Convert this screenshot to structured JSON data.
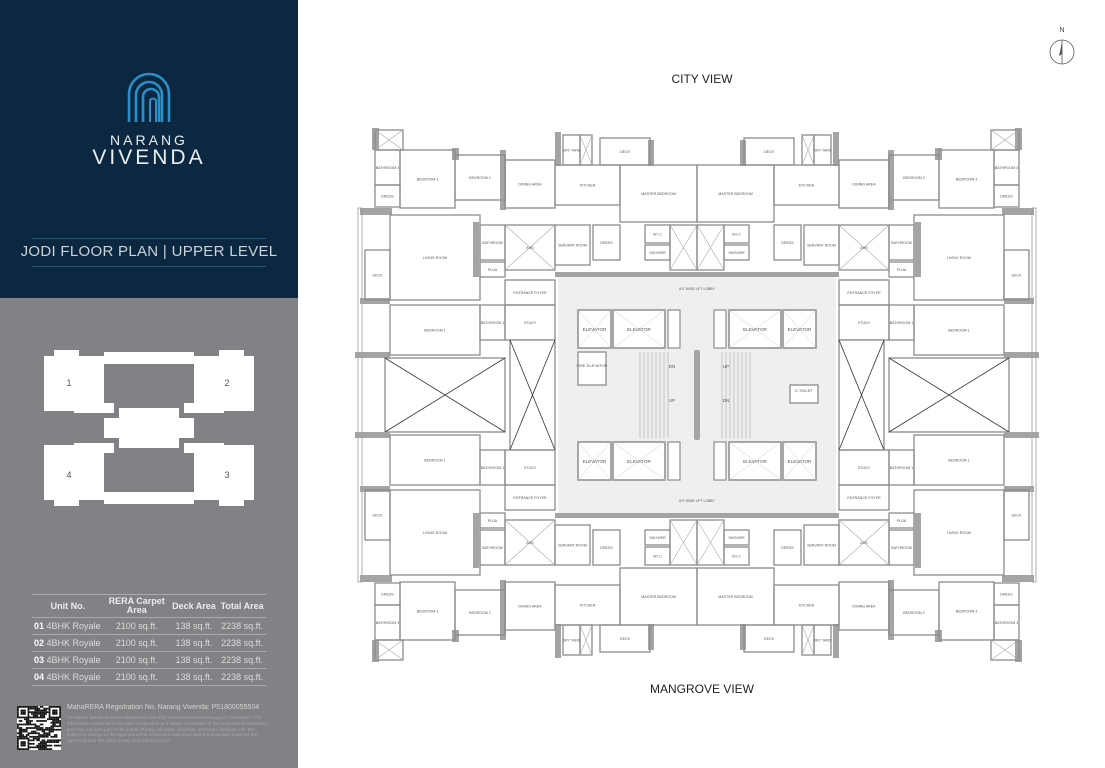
{
  "brand": {
    "line1": "NARANG",
    "line2": "VIVENDA",
    "logo_color": "#2a8fc8"
  },
  "plan_title": "JODI FLOOR PLAN  |  UPPER LEVEL",
  "key_plan": {
    "units": [
      "1",
      "2",
      "3",
      "4"
    ]
  },
  "table": {
    "headers": [
      "Unit No.",
      "RERA Carpet Area",
      "Deck Area",
      "Total Area"
    ],
    "rows": [
      {
        "no": "01",
        "type": "4BHK Royale",
        "carpet": "2100 sq.ft.",
        "deck": "138 sq.ft.",
        "total": "2238 sq.ft."
      },
      {
        "no": "02",
        "type": "4BHK Royale",
        "carpet": "2100 sq.ft.",
        "deck": "138 sq.ft.",
        "total": "2238 sq.ft."
      },
      {
        "no": "03",
        "type": "4BHK Royale",
        "carpet": "2100 sq.ft.",
        "deck": "138 sq.ft.",
        "total": "2238 sq.ft."
      },
      {
        "no": "04",
        "type": "4BHK Royale",
        "carpet": "2100 sq.ft.",
        "deck": "138 sq.ft.",
        "total": "2238 sq.ft."
      }
    ]
  },
  "rera": "MahaRERA Registration No. Narang Vivenda: P51800055504",
  "disclaimer": "For further details on RERA registration visit http://maharera.mahaonline.gov.in. Disclaimer: The information contained in this plan is indicative and artistic conception of the proposed development and may not form part of the actual offering. All plans, drawings, amenities, facilities, etc. are subject to change to the approval of the concerned authorities and the developer reserves the right to amend the same at any time without notice.",
  "compass": "N",
  "views": {
    "top": "CITY VIEW",
    "bottom": "MANGROVE VIEW"
  },
  "unit_rooms": {
    "bathroom3": "BATHROOM 3",
    "dress3": "DRESS",
    "bedroom3": "BEDROOM 3",
    "bedroom2": "BEDROOM 2",
    "dining": "DINING AREA",
    "dry_yard": "DRY YARD",
    "deck": "DECK",
    "kitchen": "KITCHEN",
    "master": "MASTER BEDROOM",
    "living": "LIVING ROOM",
    "side_deck": "DECK",
    "bathroom": "BATHROOM",
    "puja": "PUJA",
    "ahs": "AHS",
    "servant": "SERVANT ROOM",
    "dress": "DRESS",
    "wic": "W.I.C",
    "shower": "SHOWER",
    "foyer": "ENTRANCE FOYER",
    "bedroom1": "BEDROOM 1",
    "bathroom1": "BATHROOM 1",
    "study": "STUDY"
  },
  "core": {
    "elevator": "ELEVATOR",
    "fire_elevator": "FIRE ELEVATOR",
    "up": "UP",
    "dn": "DN",
    "e_toilet": "E.TOILET",
    "lift_lobby": "6'0\" WIDE LIFT LOBBY"
  },
  "colors": {
    "navy": "#0c2840",
    "panel_gray": "#818285",
    "wall": "#a3a4a6",
    "core_fill": "#eef0ef"
  }
}
